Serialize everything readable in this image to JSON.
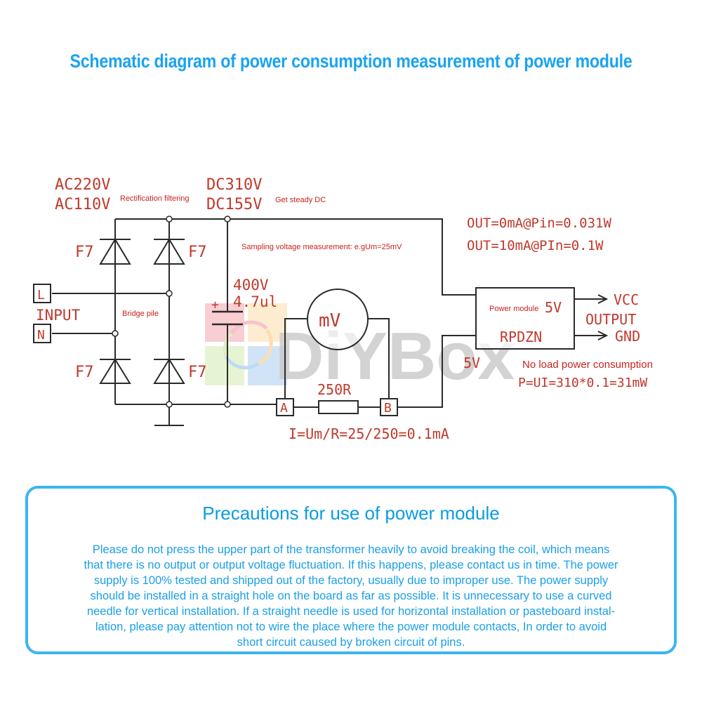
{
  "title": "Schematic diagram of power consumption measurement of power module",
  "schematic": {
    "input_voltages": [
      "AC220V",
      "AC110V"
    ],
    "rectification_label": "Rectification filtering",
    "dc_voltages": [
      "DC310V",
      "DC155V"
    ],
    "steady_dc_label": "Get steady DC",
    "sampling_label": "Sampling voltage measurement: e.gUm=25mV",
    "diode_label": "F7",
    "input_terminals": [
      "L",
      "N"
    ],
    "input_label": "INPUT",
    "bridge_label": "Bridge pile",
    "capacitor": {
      "plus": "+",
      "voltage": "400V",
      "capacitance": "4.7ul"
    },
    "meter_label": "mV",
    "resistor_label": "250R",
    "terminal_a": "A",
    "terminal_b": "B",
    "current_formula": "I=Um/R=25/250=0.1mA",
    "five_volt_label": "5V",
    "module": {
      "name": "Power module",
      "voltage": "5V",
      "model": "RPDZN"
    },
    "outputs": {
      "vcc": "VCC",
      "label": "OUTPUT",
      "gnd": "GND"
    },
    "measurements": [
      "OUT=0mA@Pin=0.031W",
      "OUT=10mA@PIn=0.1W"
    ],
    "no_load_label": "No load power consumption",
    "power_formula": "P=UI=310*0.1=31mW",
    "watermark": "DiYBox"
  },
  "precautions": {
    "title": "Precautions for use of power module",
    "lines": [
      "Please do not press the upper part of the transformer heavily to avoid breaking the coil, which means",
      "that there is no output or output voltage fluctuation. If this happens, please contact us in time. The power",
      "supply is 100% tested and shipped out of the factory, usually due to improper use. The power supply",
      "should be installed in a straight hole on the board as far as possible. It is unnecessary to use a curved",
      "needle for vertical installation. If a straight needle is used for horizontal installation or pasteboard instal-",
      "lation, please pay attention not to wire the place where the power module contacts, In order to avoid",
      "short circuit caused by broken circuit of pins."
    ]
  },
  "colors": {
    "title_blue": "#1aa3f0",
    "label_red": "#c0392b",
    "box_border": "#3db5f0"
  }
}
